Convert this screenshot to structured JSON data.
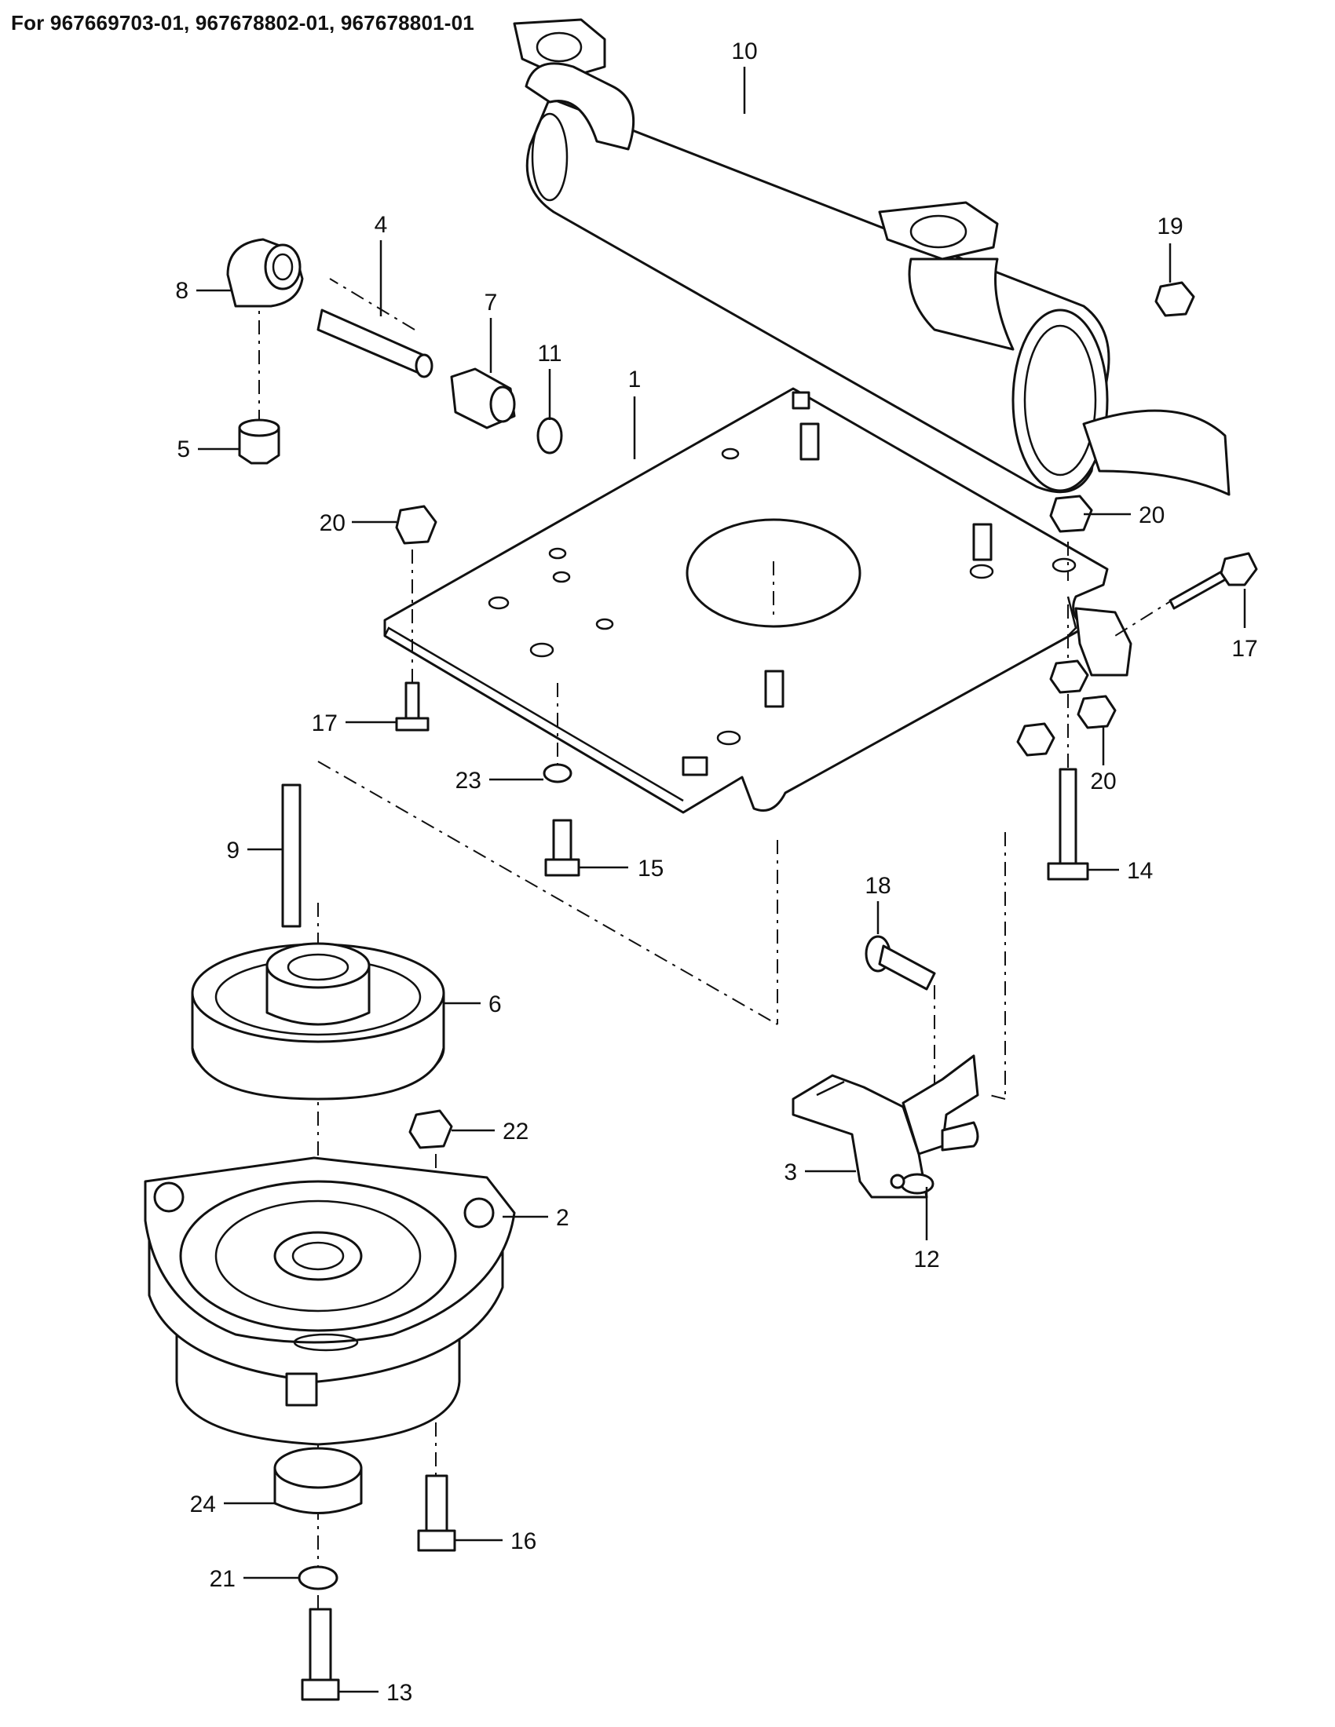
{
  "header": {
    "title": "For 967669703-01, 967678802-01, 967678801-01"
  },
  "callouts": [
    {
      "id": "c1",
      "label": "1"
    },
    {
      "id": "c2",
      "label": "2"
    },
    {
      "id": "c3",
      "label": "3"
    },
    {
      "id": "c4",
      "label": "4"
    },
    {
      "id": "c5",
      "label": "5"
    },
    {
      "id": "c6",
      "label": "6"
    },
    {
      "id": "c7",
      "label": "7"
    },
    {
      "id": "c8",
      "label": "8"
    },
    {
      "id": "c9",
      "label": "9"
    },
    {
      "id": "c10",
      "label": "10"
    },
    {
      "id": "c11",
      "label": "11"
    },
    {
      "id": "c12",
      "label": "12"
    },
    {
      "id": "c13",
      "label": "13"
    },
    {
      "id": "c14",
      "label": "14"
    },
    {
      "id": "c15",
      "label": "15"
    },
    {
      "id": "c16",
      "label": "16"
    },
    {
      "id": "c17a",
      "label": "17"
    },
    {
      "id": "c17b",
      "label": "17"
    },
    {
      "id": "c18",
      "label": "18"
    },
    {
      "id": "c19",
      "label": "19"
    },
    {
      "id": "c20a",
      "label": "20"
    },
    {
      "id": "c20b",
      "label": "20"
    },
    {
      "id": "c20c",
      "label": "20"
    },
    {
      "id": "c21",
      "label": "21"
    },
    {
      "id": "c22",
      "label": "22"
    },
    {
      "id": "c23",
      "label": "23"
    },
    {
      "id": "c24",
      "label": "24"
    }
  ]
}
